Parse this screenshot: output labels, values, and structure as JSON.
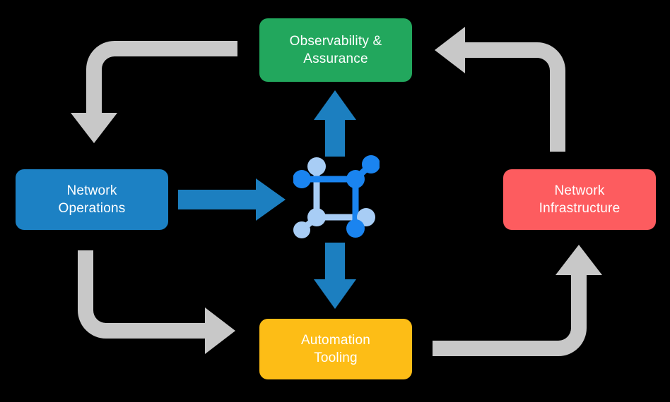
{
  "diagram": {
    "title": "Network automation lifecycle cycle diagram",
    "background_color": "#000000",
    "nodes": [
      {
        "id": "observability",
        "label": "Observability &\nAssurance",
        "color": "#22a75d",
        "text_color": "#ffffff",
        "position": "top"
      },
      {
        "id": "network-operations",
        "label": "Network\nOperations",
        "color": "#1c81c4",
        "text_color": "#ffffff",
        "position": "left"
      },
      {
        "id": "network-infrastructure",
        "label": "Network\nInfrastructure",
        "color": "#fd5c5f",
        "text_color": "#ffffff",
        "position": "right"
      },
      {
        "id": "automation-tooling",
        "label": "Automation\nTooling",
        "color": "#fdbd16",
        "text_color": "#ffffff",
        "position": "bottom"
      }
    ],
    "center": {
      "icon_name": "network-graph-icon",
      "node_color_primary": "#1a84f0",
      "node_color_secondary": "#a8cdf5"
    },
    "connectors": {
      "cycle_arrow_color": "#c8c8c8",
      "center_arrow_color": "#1c7fc0",
      "cycle_flow": [
        {
          "from": "observability",
          "to": "network-operations",
          "corner": "top-left"
        },
        {
          "from": "network-operations",
          "to": "automation-tooling",
          "corner": "bottom-left"
        },
        {
          "from": "automation-tooling",
          "to": "network-infrastructure",
          "corner": "bottom-right"
        },
        {
          "from": "network-infrastructure",
          "to": "observability",
          "corner": "top-right"
        }
      ],
      "center_flow": [
        {
          "from": "center",
          "to": "observability",
          "direction": "up"
        },
        {
          "from": "network-operations",
          "to": "center",
          "direction": "right"
        },
        {
          "from": "center",
          "to": "automation-tooling",
          "direction": "down"
        }
      ]
    }
  }
}
